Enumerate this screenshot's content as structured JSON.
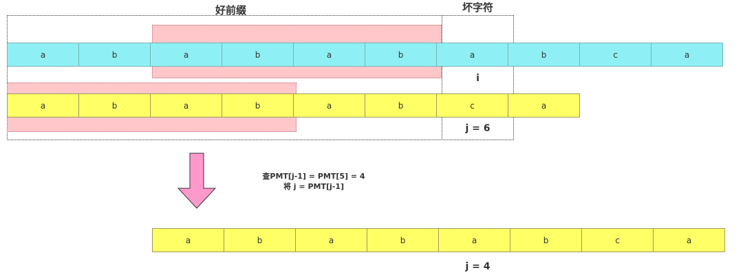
{
  "labels": {
    "good_prefix": "好前缀",
    "bad_char": "坏字符"
  },
  "main_string": [
    "a",
    "b",
    "a",
    "b",
    "a",
    "b",
    "a",
    "b",
    "c",
    "a"
  ],
  "pattern_before": [
    "a",
    "b",
    "a",
    "b",
    "a",
    "b",
    "c",
    "a"
  ],
  "pattern_after": [
    "a",
    "b",
    "a",
    "b",
    "a",
    "b",
    "c",
    "a"
  ],
  "markers": {
    "i": "i",
    "j_before": "j = 6",
    "j_after": "j = 4"
  },
  "note": {
    "line1": "查PMT[j-1] = PMT[5] = 4",
    "line2": "将 j = PMT[j-1]"
  },
  "colors": {
    "main_cell": "#8ef0f4",
    "pattern_cell": "#ffff66",
    "highlight_band": "#ffc7ca",
    "arrow": "#ff99cc"
  }
}
